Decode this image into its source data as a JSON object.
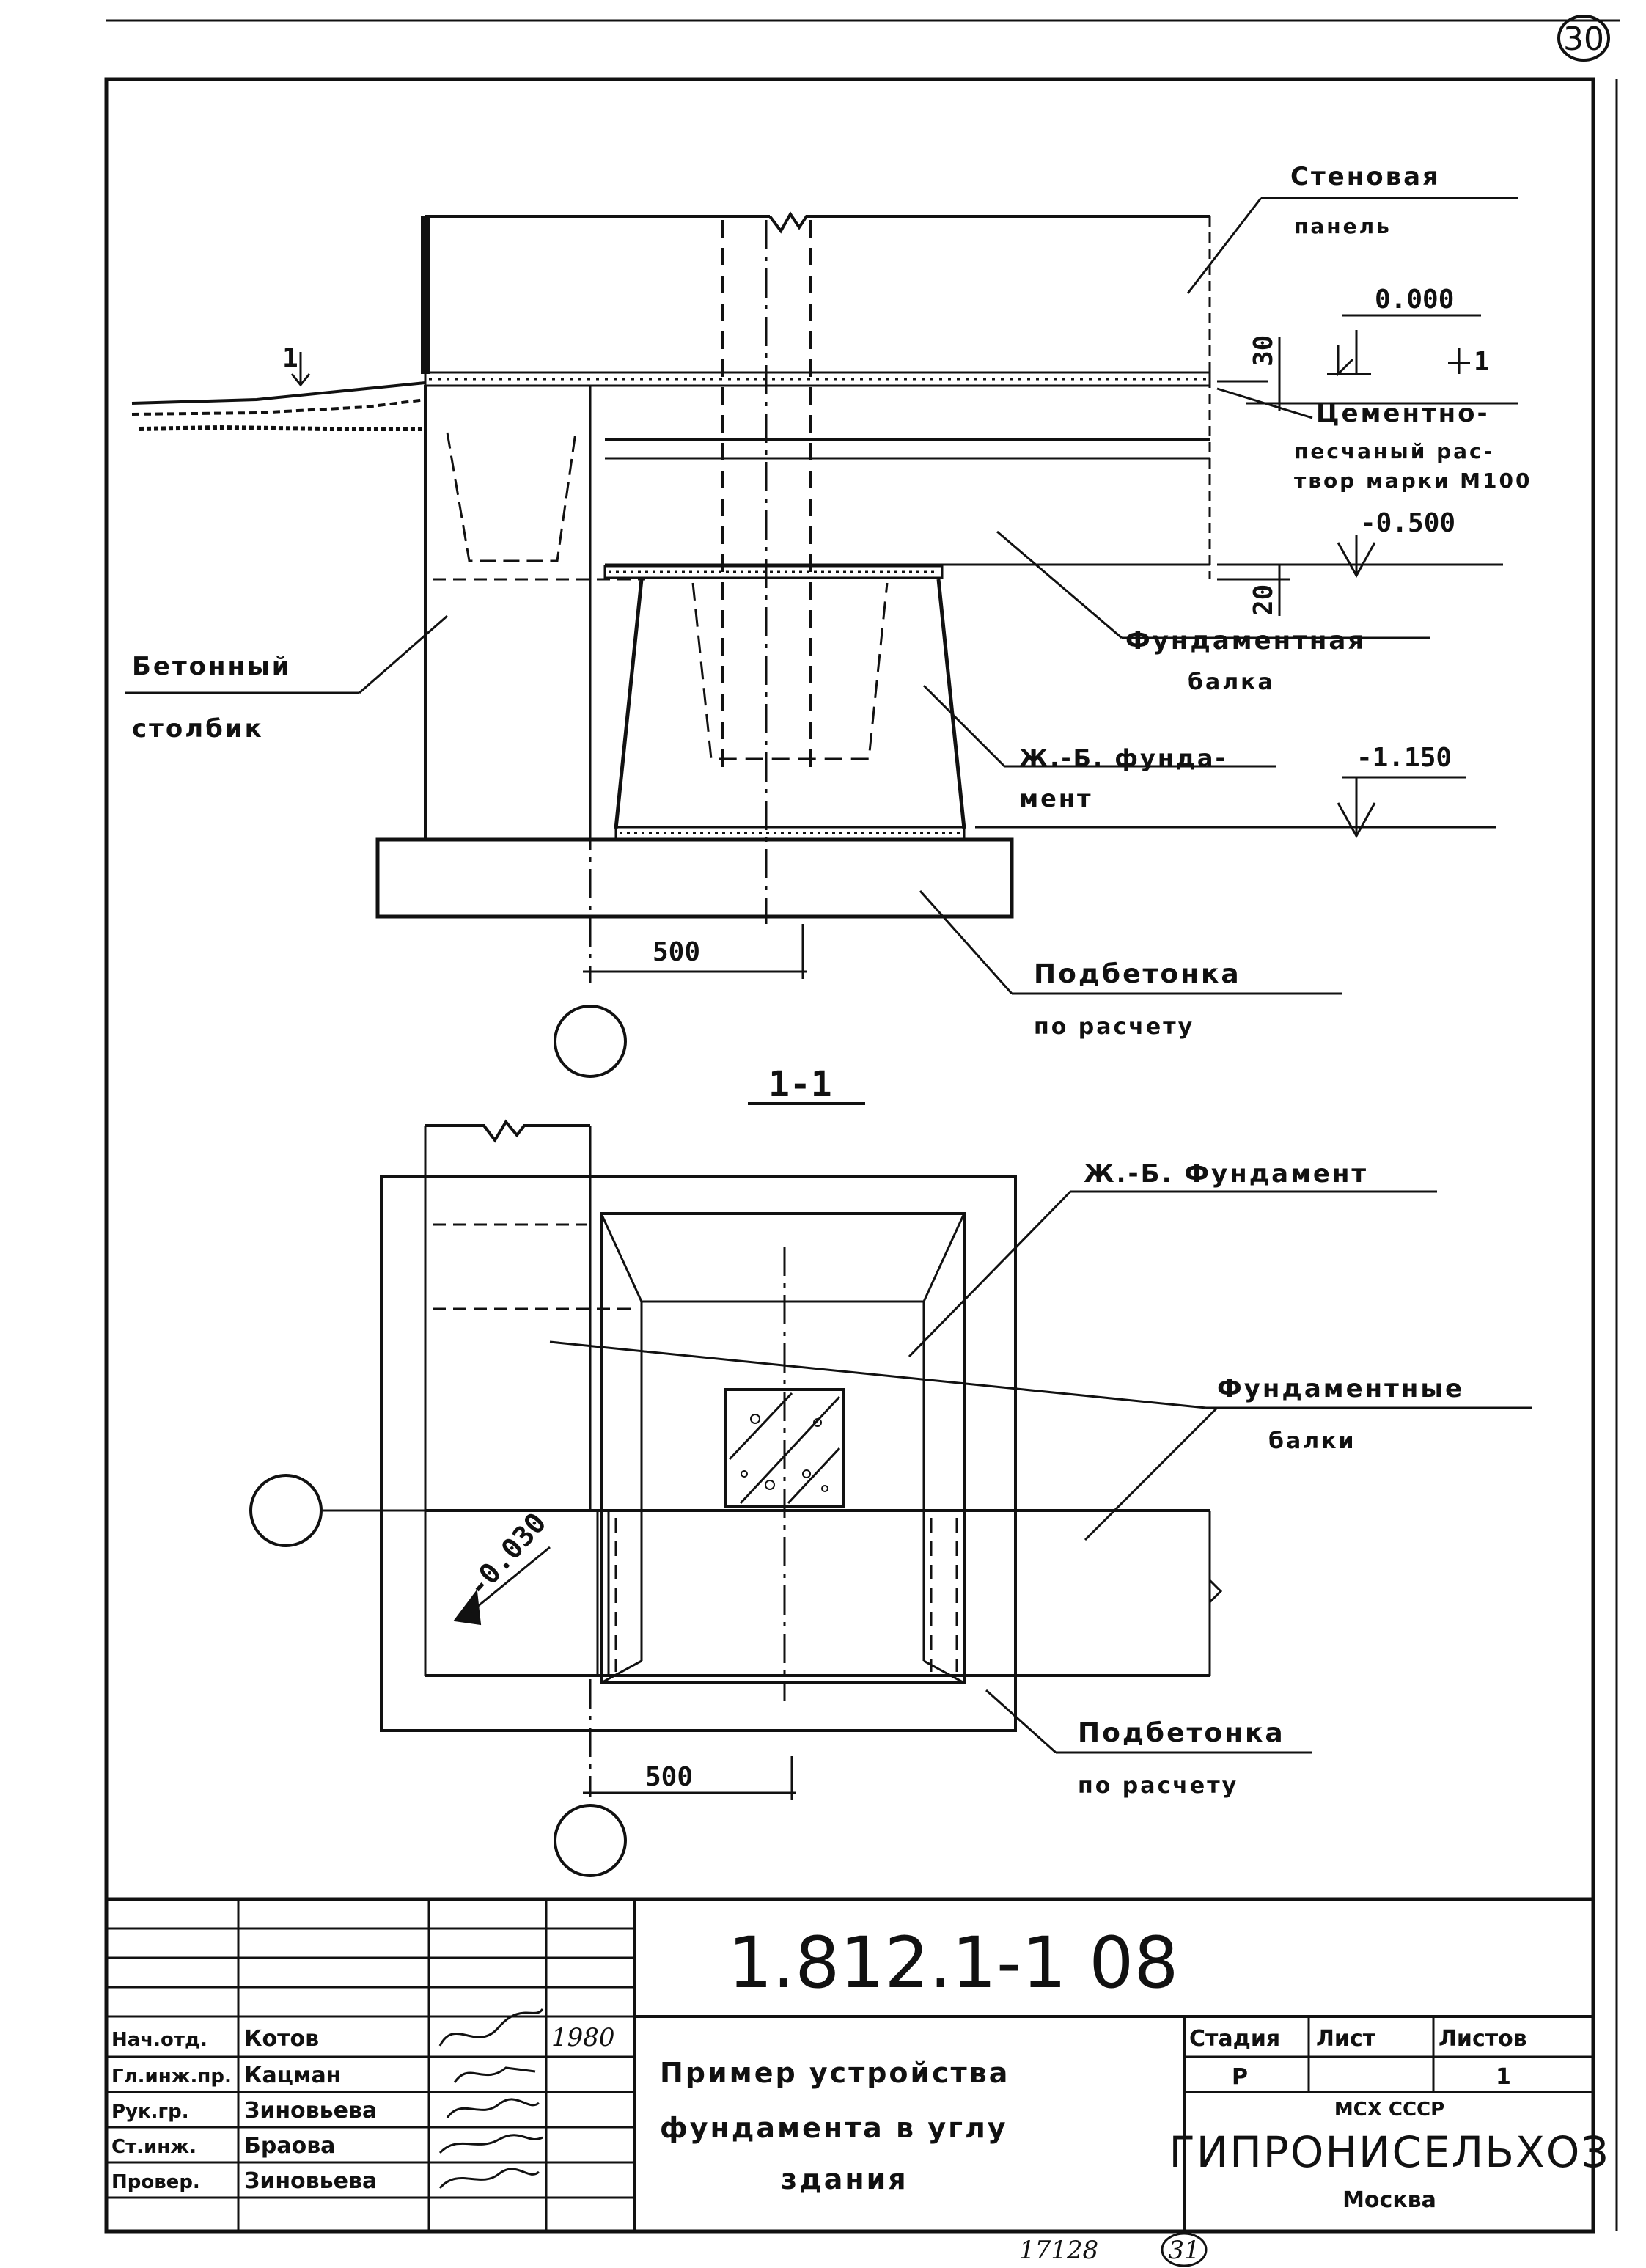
{
  "page_number": "30",
  "page_number_lower": "31",
  "archive_number": "17128",
  "labels": {
    "wall_panel_1": "Стеновая",
    "wall_panel_2": "панель",
    "level_0": "0.000",
    "dim_30": "30",
    "section_mark": "1",
    "mortar_1": "Цементно-",
    "mortar_2": "песчаный рас-",
    "mortar_3": "твор марки М100",
    "level_0500": "-0.500",
    "dim_20": "20",
    "beam_1": "Фундаментная",
    "beam_2": "балка",
    "post_1": "Бетонный",
    "post_2": "столбик",
    "found_1": "Ж.-Б. фунда-",
    "found_2": "мент",
    "level_1150": "-1.150",
    "dim_500_top": "500",
    "prep_top_1": "Подбетонка",
    "prep_top_2": "по расчету",
    "section_title": "1-1",
    "found_plan": "Ж.-Б. Фундамент",
    "beams_1": "Фундаментные",
    "beams_2": "балки",
    "level_0030": "-0.030",
    "prep_bot_1": "Подбетонка",
    "prep_bot_2": "по расчету",
    "dim_500_bot": "500"
  },
  "title_block": {
    "doc_code": "1.812.1-1 08",
    "roles": [
      "Нач.отд.",
      "Гл.инж.пр.",
      "Рук.гр.",
      "Ст.инж.",
      "Провер."
    ],
    "names": [
      "Котов",
      "Кацман",
      "Зиновьева",
      "Браова",
      "Зиновьева"
    ],
    "year": "1980",
    "drawing_title": [
      "Пример устройства",
      "фундамента в углу",
      "здания"
    ],
    "col_stage": "Стадия",
    "col_sheet": "Лист",
    "col_sheets": "Листов",
    "stage": "Р",
    "sheet": "",
    "sheets": "1",
    "ministry": "МСХ СССР",
    "org": "ГИПРОНИСЕЛЬХОЗ",
    "city": "Москва"
  }
}
